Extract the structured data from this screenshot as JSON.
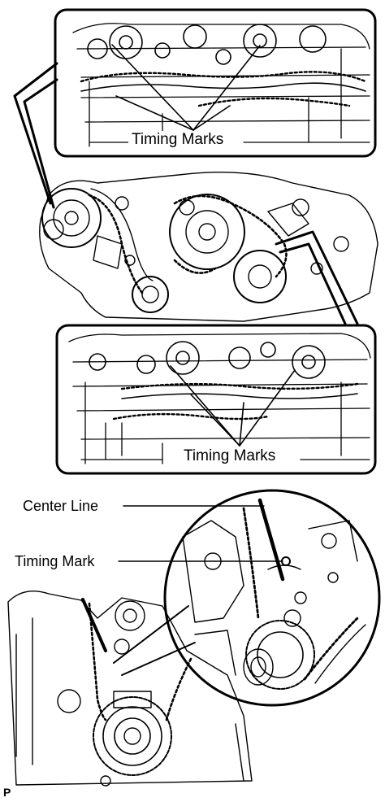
{
  "labels": {
    "timing_marks_top": "Timing Marks",
    "timing_marks_bottom": "Timing Marks",
    "center_line": "Center Line",
    "timing_mark": "Timing Mark"
  },
  "figure_code": "P"
}
